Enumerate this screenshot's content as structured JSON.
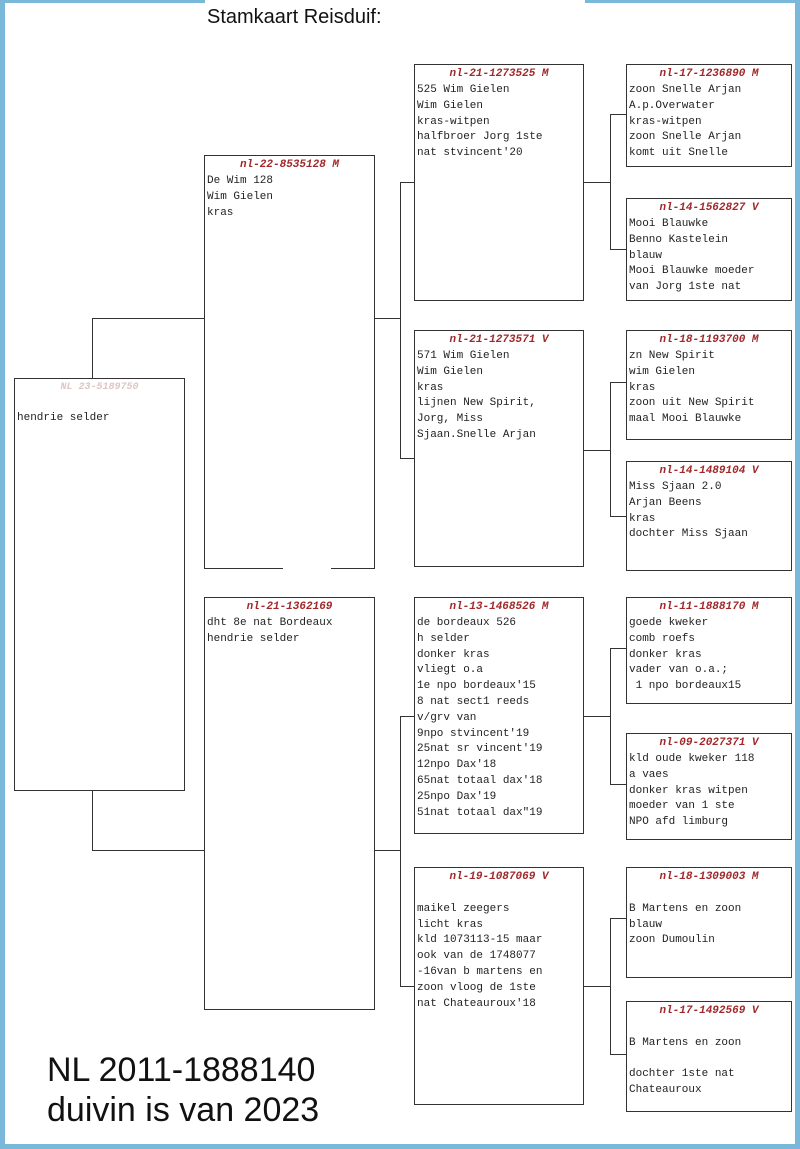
{
  "title": "Stamkaart Reisduif:",
  "subject": {
    "ring": "NL 23-5189750",
    "lines": [
      "",
      "hendrie selder"
    ]
  },
  "sire": {
    "ring": "nl-22-8535128 M",
    "lines": [
      "De Wim 128",
      "Wim Gielen",
      "kras"
    ]
  },
  "dam": {
    "ring": "nl-21-1362169",
    "lines": [
      "dht 8e nat Bordeaux",
      "hendrie selder"
    ]
  },
  "ss": {
    "ring": "nl-21-1273525 M",
    "lines": [
      "525 Wim Gielen",
      "Wim Gielen",
      "kras-witpen",
      "halfbroer Jorg 1ste",
      "nat stvincent'20"
    ]
  },
  "sd": {
    "ring": "nl-21-1273571 V",
    "lines": [
      "571 Wim Gielen",
      "Wim Gielen",
      "kras",
      "lijnen New Spirit,",
      "Jorg, Miss",
      "Sjaan.Snelle Arjan"
    ]
  },
  "ds": {
    "ring": "nl-13-1468526 M",
    "lines": [
      "de bordeaux 526",
      "h selder",
      "donker kras",
      "vliegt o.a",
      "1e npo bordeaux'15",
      "8 nat sect1 reeds",
      "v/grv van",
      "9npo stvincent'19",
      "25nat sr vincent'19",
      "12npo Dax'18",
      "65nat totaal dax'18",
      "25npo Dax'19",
      "51nat totaal dax\"19"
    ]
  },
  "dd": {
    "ring": "nl-19-1087069 V",
    "lines": [
      "",
      "maikel zeegers",
      "licht kras",
      "kld 1073113-15 maar",
      "ook van de 1748077",
      "-16van b martens en",
      "zoon vloog de 1ste",
      "nat Chateauroux'18"
    ]
  },
  "sss": {
    "ring": "nl-17-1236890 M",
    "lines": [
      "zoon Snelle Arjan",
      "A.p.Overwater",
      "kras-witpen",
      "zoon Snelle Arjan",
      "komt uit Snelle"
    ]
  },
  "ssd": {
    "ring": "nl-14-1562827 V",
    "lines": [
      "Mooi Blauwke",
      "Benno Kastelein",
      "blauw",
      "Mooi Blauwke moeder",
      "van Jorg 1ste nat"
    ]
  },
  "sds": {
    "ring": "nl-18-1193700 M",
    "lines": [
      "zn New Spirit",
      "wim Gielen",
      "kras",
      "zoon uit New Spirit",
      "maal Mooi Blauwke"
    ]
  },
  "sdd": {
    "ring": "nl-14-1489104 V",
    "lines": [
      "Miss Sjaan 2.0",
      "Arjan Beens",
      "kras",
      "dochter Miss Sjaan"
    ]
  },
  "dss": {
    "ring": "nl-11-1888170 M",
    "lines": [
      "goede kweker",
      "comb roefs",
      "donker kras",
      "vader van o.a.;",
      " 1 npo bordeaux15"
    ]
  },
  "dsd": {
    "ring": "nl-09-2027371 V",
    "lines": [
      "kld oude kweker 118",
      "a vaes",
      "donker kras witpen",
      "moeder van 1 ste",
      "NPO afd limburg"
    ]
  },
  "dds": {
    "ring": "nl-18-1309003 M",
    "lines": [
      "",
      "B Martens en zoon",
      "blauw",
      "zoon Dumoulin"
    ]
  },
  "ddd": {
    "ring": "nl-17-1492569 V",
    "lines": [
      "",
      "B Martens en zoon",
      "",
      "dochter 1ste nat",
      "Chateauroux"
    ]
  },
  "footer": {
    "line1": "NL 2011-1888140",
    "line2": "duivin is van 2023"
  }
}
